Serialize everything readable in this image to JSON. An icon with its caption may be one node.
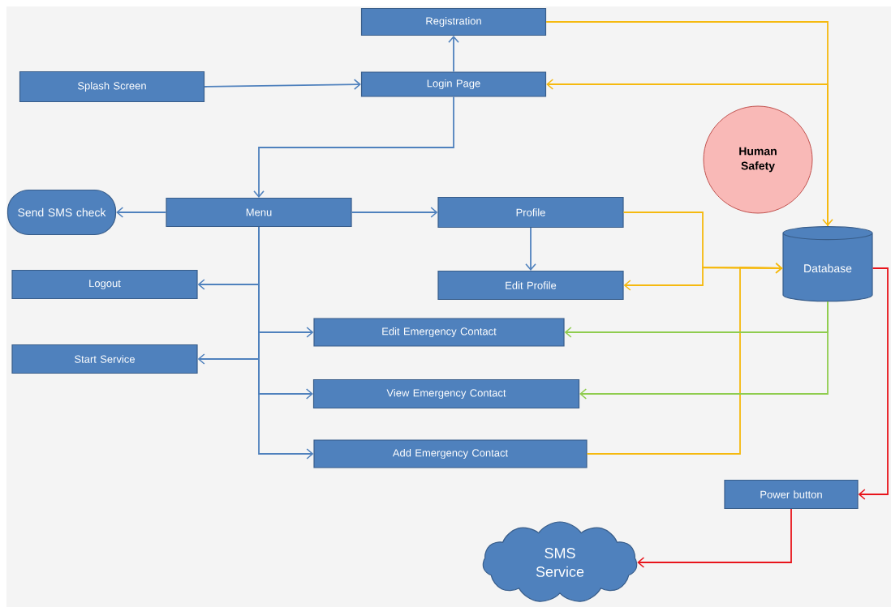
{
  "diagram": {
    "nodes": [
      {
        "text": [
          "Registration"
        ]
      },
      {
        "text": [
          "Splash Screen"
        ]
      },
      {
        "text": [
          "Login Page"
        ]
      },
      {
        "text": [
          "Human Safety"
        ]
      },
      {
        "text": [
          "Send SMS check"
        ]
      },
      {
        "text": [
          "Menu"
        ]
      },
      {
        "text": [
          "Profile"
        ]
      },
      {
        "text": [
          "Database"
        ]
      },
      {
        "text": [
          "Logout"
        ]
      },
      {
        "text": [
          "Edit Profile"
        ]
      },
      {
        "text": [
          "Edit Emergency Contact"
        ]
      },
      {
        "text": [
          "Start Service"
        ]
      },
      {
        "text": [
          "View Emergency Contact"
        ]
      },
      {
        "text": [
          "Add Emergency Contact"
        ]
      },
      {
        "text": [
          "Power button"
        ]
      },
      {
        "text": [
          "SMS Service"
        ]
      }
    ],
    "edges": [
      {
        "from": 1,
        "to": 2,
        "arrow": "to"
      },
      {
        "from": 2,
        "to": 0,
        "arrow": "to"
      },
      {
        "from": 2,
        "to": 5,
        "arrow": "to"
      },
      {
        "from": 5,
        "to": 4,
        "arrow": "to"
      },
      {
        "from": 5,
        "to": 6,
        "arrow": "to"
      },
      {
        "from": 6,
        "to": 9,
        "arrow": "to"
      },
      {
        "from": 5,
        "to": 8,
        "arrow": "to"
      },
      {
        "from": 5,
        "to": 11,
        "arrow": "to"
      },
      {
        "from": 5,
        "to": 10,
        "arrow": "to"
      },
      {
        "from": 5,
        "to": 12,
        "arrow": "to"
      },
      {
        "from": 5,
        "to": 13,
        "arrow": "to"
      },
      {
        "from": 0,
        "to": 7,
        "arrow": "to",
        "color": "#f5b90f"
      },
      {
        "from": 7,
        "to": 2,
        "arrow": "to",
        "color": "#f5b90f"
      },
      {
        "from": 6,
        "to": 7,
        "arrow": "to",
        "color": "#f5b90f"
      },
      {
        "from": 7,
        "to": 9,
        "arrow": "to",
        "color": "#f5b90f"
      },
      {
        "from": 13,
        "to": 7,
        "arrow": "to",
        "color": "#f5b90f"
      },
      {
        "from": 7,
        "to": 10,
        "arrow": "to",
        "color": "#8fcc4e"
      },
      {
        "from": 7,
        "to": 12,
        "arrow": "to",
        "color": "#8fcc4e"
      },
      {
        "from": 7,
        "to": 14,
        "arrow": "to",
        "color": "#e8141b"
      },
      {
        "from": 14,
        "to": 15,
        "arrow": "to",
        "color": "#e8141b"
      }
    ]
  }
}
